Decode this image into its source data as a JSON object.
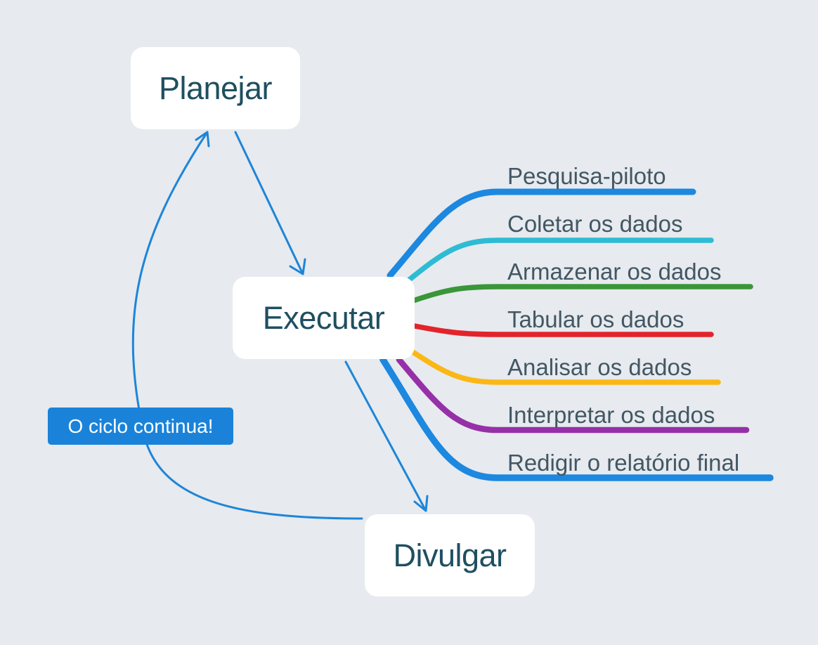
{
  "nodes": {
    "planejar": "Planejar",
    "executar": "Executar",
    "divulgar": "Divulgar"
  },
  "branches": [
    {
      "label": "Pesquisa-piloto",
      "color": "#1c88e0"
    },
    {
      "label": "Coletar os dados",
      "color": "#2dbcd4"
    },
    {
      "label": "Armazenar os dados",
      "color": "#3a9638"
    },
    {
      "label": "Tabular os dados",
      "color": "#e3232b"
    },
    {
      "label": "Analisar os dados",
      "color": "#fbb714"
    },
    {
      "label": "Interpretar os dados",
      "color": "#9630a8"
    },
    {
      "label": "Redigir o relatório final",
      "color": "#1c88e0"
    }
  ],
  "callout": {
    "text": "O ciclo continua!",
    "color": "#1a83d9"
  },
  "colors": {
    "background": "#e7eaee",
    "node_text": "#1f4f60",
    "label_text": "#425763",
    "arrow": "#1d85d8"
  }
}
